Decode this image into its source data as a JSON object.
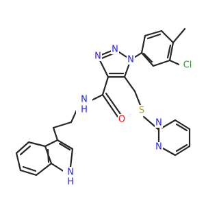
{
  "colors": {
    "bond": "#262626",
    "carbon": "#262626",
    "nitrogen": "#1f1fff",
    "oxygen": "#ff0d0d",
    "sulfur": "#b2a400",
    "chlorine": "#1fa31f",
    "background": "#ffffff"
  },
  "atom_labels": {
    "triazole_n3": "N",
    "triazole_n2": "N",
    "triazole_n1": "N",
    "chlorine": "Cl",
    "sulfur": "S",
    "amide_nh": "N",
    "amide_h": "H",
    "carbonyl_o": "O",
    "pyrimidine_n1": "N",
    "pyrimidine_n3": "N",
    "indole_nh": "N",
    "indole_h": "H"
  }
}
